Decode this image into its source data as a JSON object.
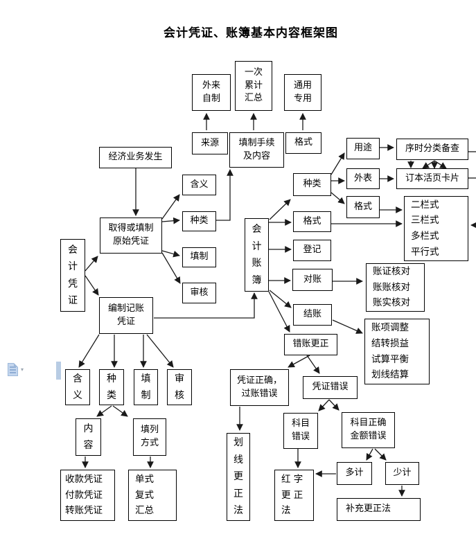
{
  "title": "会计凭证、账簿基本内容框架图",
  "nodes": {
    "outsideSelf": "外来\n自制",
    "onceAccumulate": "一次\n累计\n汇总",
    "generalSpecial": "通用\n专用",
    "source": "来源",
    "fillProcedure": "填制手续\n及内容",
    "formatTop": "格式",
    "economicBusiness": "经济业务发生",
    "meaningOrig": "含义",
    "typeOrig": "种类",
    "fillOrig": "填制",
    "auditOrig": "审核",
    "obtainOriginal": "取得或填制\n原始凭证",
    "accountingVoucher": "会\n计\n凭\n证",
    "prepareJournal": "编制记账\n凭证",
    "meaningJournal": "含\n义",
    "typeJournal": "种\n类",
    "fillJournal": "填\n制",
    "auditJournal": "审\n核",
    "content": "内\n容",
    "fillMethod": "填列\n方式",
    "threeVouchers": "收款凭证\n付款凭证\n转账凭证",
    "singleDouble": "单式\n复式\n汇总",
    "accountBooks": "会\n计\n账\n簿",
    "typeBooks": "种类",
    "formatBooks": "格式",
    "register": "登记",
    "reconcile": "对账",
    "closing": "结账",
    "errorCorrection": "错账更正",
    "purpose": "用途",
    "appearance": "外表",
    "formatSub": "格式",
    "timeClassRef": "序时分类备查",
    "boundLooseCard": "订本活页卡片",
    "columnStyles": "二栏式\n三栏式\n多栏式\n平行式",
    "checkMethods": "账证核对\n账账核对\n账实核对",
    "closingItems": "账项调整\n结转损益\n试算平衡\n划线结算",
    "voucherCorrect": "凭证正确，\n过账错误",
    "voucherError": "凭证错误",
    "crossLineMethod": "划\n线\n更\n正\n法",
    "subjectError": "科目\n错误",
    "subjectCorrectAmountError": "科目正确\n金额错误",
    "redLetterMethod": "红 字\n更 正\n法",
    "overCount": "多计",
    "underCount": "少计",
    "supplementMethod": "补充更正法"
  },
  "ui": {
    "dropdown_glyph": "▾",
    "colors": {
      "selection_blue": "#b8cce4",
      "line_black": "#1a1a1a",
      "background": "#ffffff"
    },
    "icons": {
      "paste_options": "clipboard-paste-icon",
      "dropdown": "chevron-down-icon"
    }
  }
}
